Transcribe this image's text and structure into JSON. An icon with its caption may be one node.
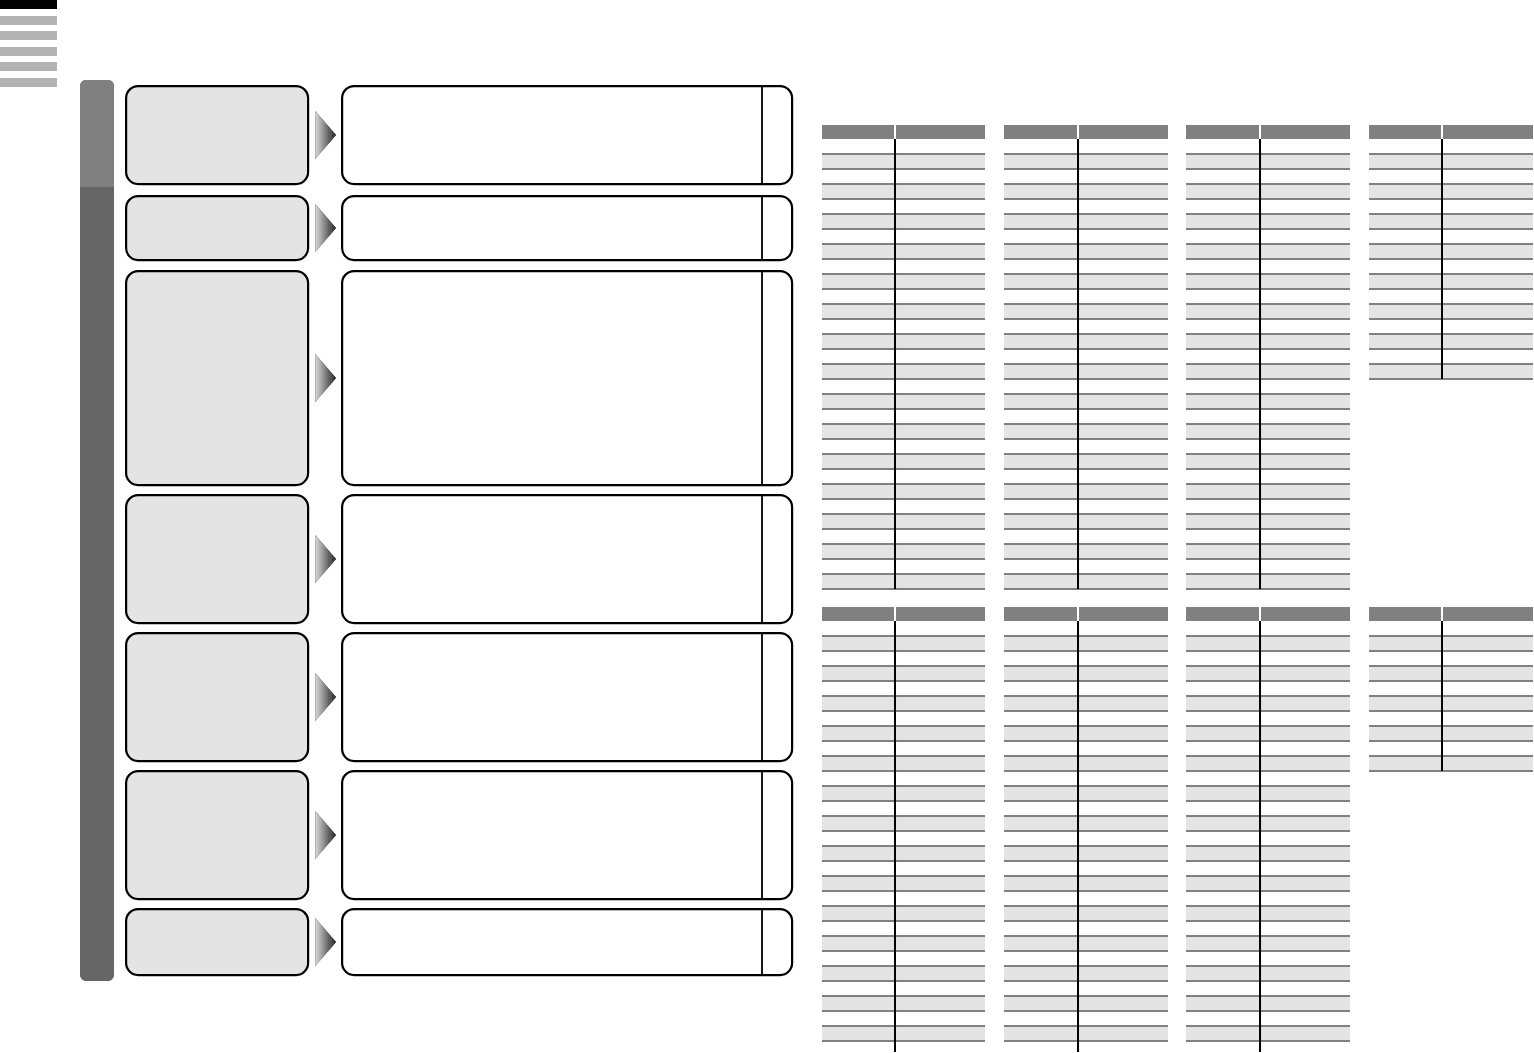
{
  "diagram": {
    "nodes": [
      {
        "text": [],
        "shape": "box"
      },
      {
        "text": [],
        "shape": "box"
      },
      {
        "text": [],
        "shape": "box"
      },
      {
        "text": [],
        "shape": "box"
      },
      {
        "text": [],
        "shape": "box"
      },
      {
        "text": [],
        "shape": "box"
      },
      {
        "text": [],
        "shape": "box"
      },
      {
        "text": [],
        "shape": "box"
      },
      {
        "text": [],
        "shape": "box"
      },
      {
        "text": [],
        "shape": "box"
      },
      {
        "text": [],
        "shape": "box"
      },
      {
        "text": [],
        "shape": "box"
      },
      {
        "text": [],
        "shape": "box"
      },
      {
        "text": [],
        "shape": "box"
      }
    ],
    "edges": [
      {
        "from": 0,
        "to": 1,
        "arrow": "to"
      },
      {
        "from": 2,
        "to": 3,
        "arrow": "to"
      },
      {
        "from": 4,
        "to": 5,
        "arrow": "to"
      },
      {
        "from": 6,
        "to": 7,
        "arrow": "to"
      },
      {
        "from": 8,
        "to": 9,
        "arrow": "to"
      },
      {
        "from": 10,
        "to": 11,
        "arrow": "to"
      },
      {
        "from": 12,
        "to": 13,
        "arrow": "to"
      }
    ]
  }
}
